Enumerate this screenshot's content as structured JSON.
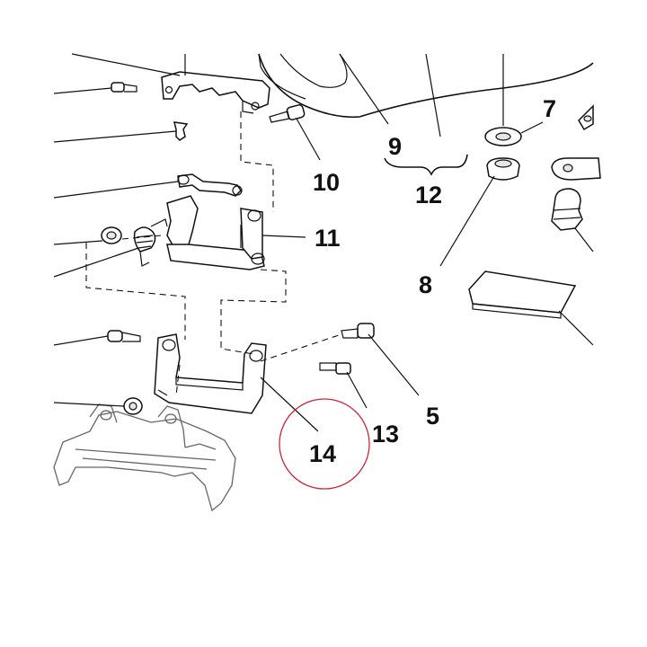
{
  "labels": {
    "p5": "5",
    "p7": "7",
    "p8": "8",
    "p9": "9",
    "p10": "10",
    "p11": "11",
    "p12": "12",
    "p13": "13",
    "p14": "14"
  },
  "colors": {
    "highlight_circle": "#c8283a",
    "line": "#111111",
    "background": "#ffffff"
  }
}
